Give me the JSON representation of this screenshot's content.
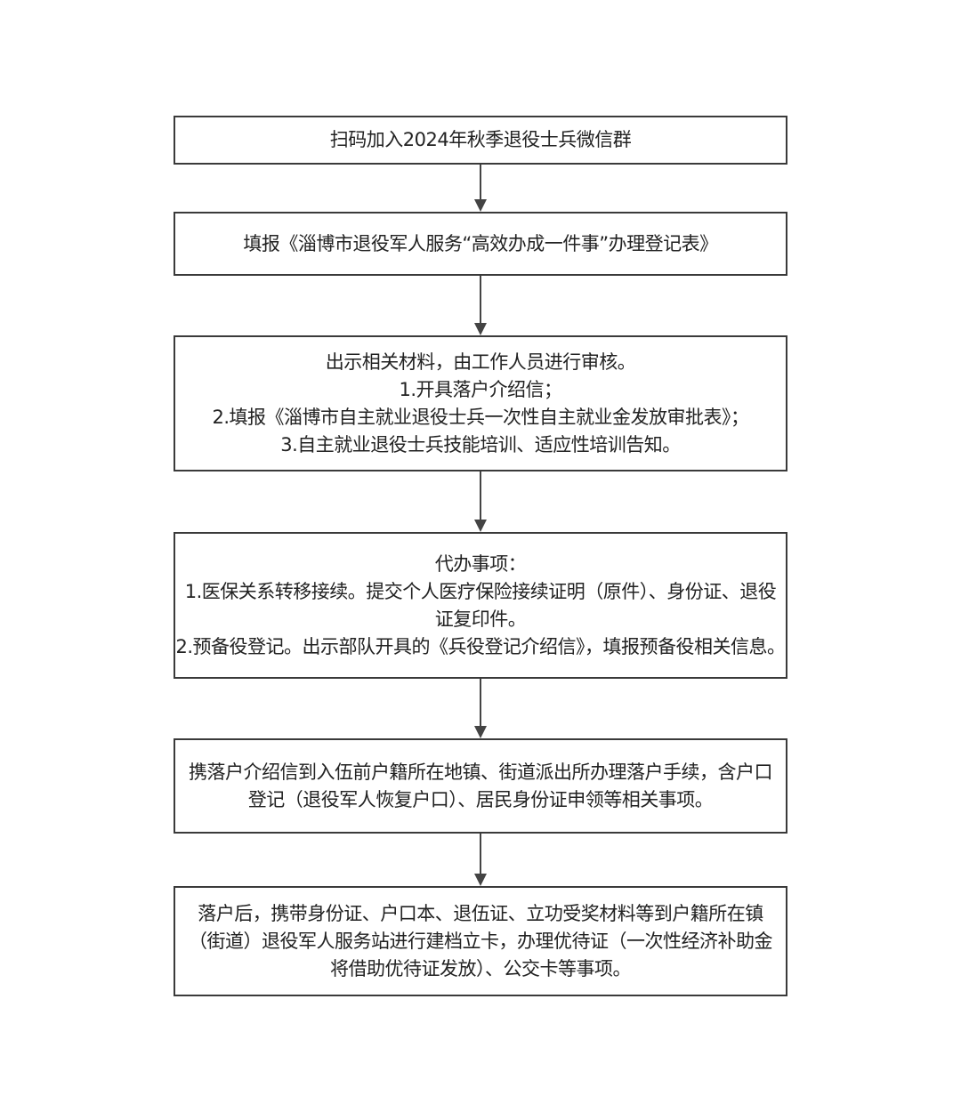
{
  "flowchart": {
    "steps": [
      {
        "lines": [
          "扫码加入2024年秋季退役士兵微信群"
        ]
      },
      {
        "lines": [
          "填报《淄博市退役军人服务“高效办成一件事”办理登记表》"
        ]
      },
      {
        "lines": [
          "出示相关材料，由工作人员进行审核。",
          "1.开具落户介绍信；",
          "2.填报《淄博市自主就业退役士兵一次性自主就业金发放审批表》；",
          "3.自主就业退役士兵技能培训、适应性培训告知。"
        ]
      },
      {
        "lines": [
          "代办事项：",
          "1.医保关系转移接续。提交个人医疗保险接续证明（原件）、身份证、退役证复印件。",
          "2.预备役登记。出示部队开具的《兵役登记介绍信》，填报预备役相关信息。"
        ]
      },
      {
        "lines": [
          "携落户介绍信到入伍前户籍所在地镇、街道派出所办理落户手续，含户口登记（退役军人恢复户口）、居民身份证申领等相关事项。"
        ]
      },
      {
        "lines": [
          "落户后，携带身份证、户口本、退伍证、立功受奖材料等到户籍所在镇（街道）退役军人服务站进行建档立卡，办理优待证（一次性经济补助金将借助优待证发放）、公交卡等事项。"
        ]
      }
    ]
  },
  "colors": {
    "border": "#3a3a3a",
    "text": "#222222",
    "arrow": "#444444"
  }
}
